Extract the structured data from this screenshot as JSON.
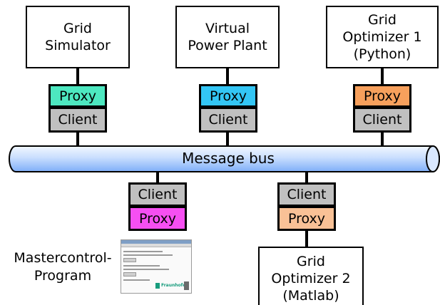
{
  "nodes": {
    "grid_simulator": "Grid\nSimulator",
    "virtual_power_plant": "Virtual\nPower Plant",
    "grid_optimizer_1": "Grid\nOptimizer 1\n(Python)",
    "grid_optimizer_2": "Grid\nOptimizer 2\n(Matlab)",
    "mastercontrol_program": "Mastercontrol-\nProgram"
  },
  "labels": {
    "proxy": "Proxy",
    "client": "Client",
    "message_bus": "Message bus"
  },
  "colors": {
    "proxy_grid_simulator": "#4de8c0",
    "proxy_virtual_power_plant": "#33c6f5",
    "proxy_grid_optimizer_1": "#f7a05c",
    "proxy_mastercontrol": "#f64ff2",
    "proxy_grid_optimizer_2": "#f9c196",
    "client": "#c0c0c0",
    "bus_light": "#e6f2ff",
    "bus_dark": "#8ab6ff"
  },
  "screenshot": {
    "app_logo": "Fraunhofer"
  }
}
